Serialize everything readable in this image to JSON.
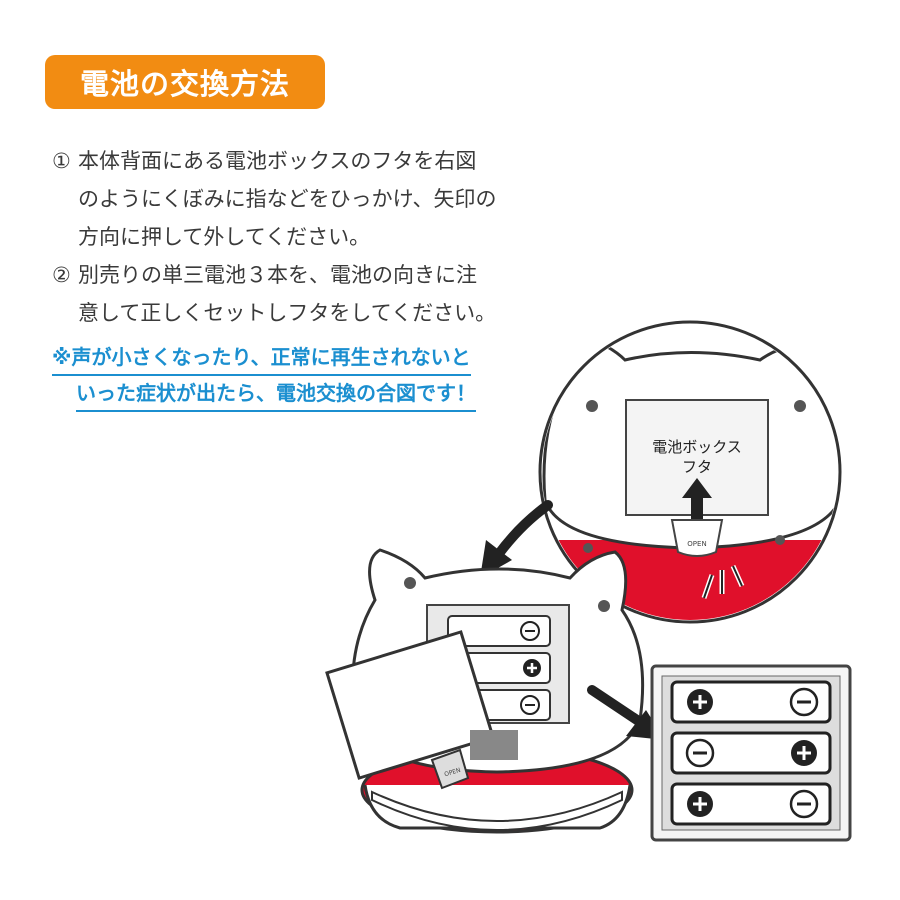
{
  "title": "電池の交換方法",
  "steps": [
    {
      "num": "①",
      "lines": [
        "本体背面にある電池ボックスのフタを右図",
        "のようにくぼみに指などをひっかけ、矢印の",
        "方向に押して外してください。"
      ]
    },
    {
      "num": "②",
      "lines": [
        "別売りの単三電池３本を、電池の向きに注",
        "意して正しくセットしフタをしてください。"
      ]
    }
  ],
  "note": {
    "line1": "※声が小さくなったり、正常に再生されないと",
    "line2": "いった症状が出たら、電池交換の合図です！"
  },
  "illustration": {
    "cover_label_1": "電池ボックス",
    "cover_label_2": "フタ",
    "open_tab_text": "OPEN",
    "plus_symbol": "+",
    "minus_symbol": "−",
    "colors": {
      "accent": "#f28c12",
      "note": "#1b8fd0",
      "base_red": "#e0102b"
    }
  }
}
